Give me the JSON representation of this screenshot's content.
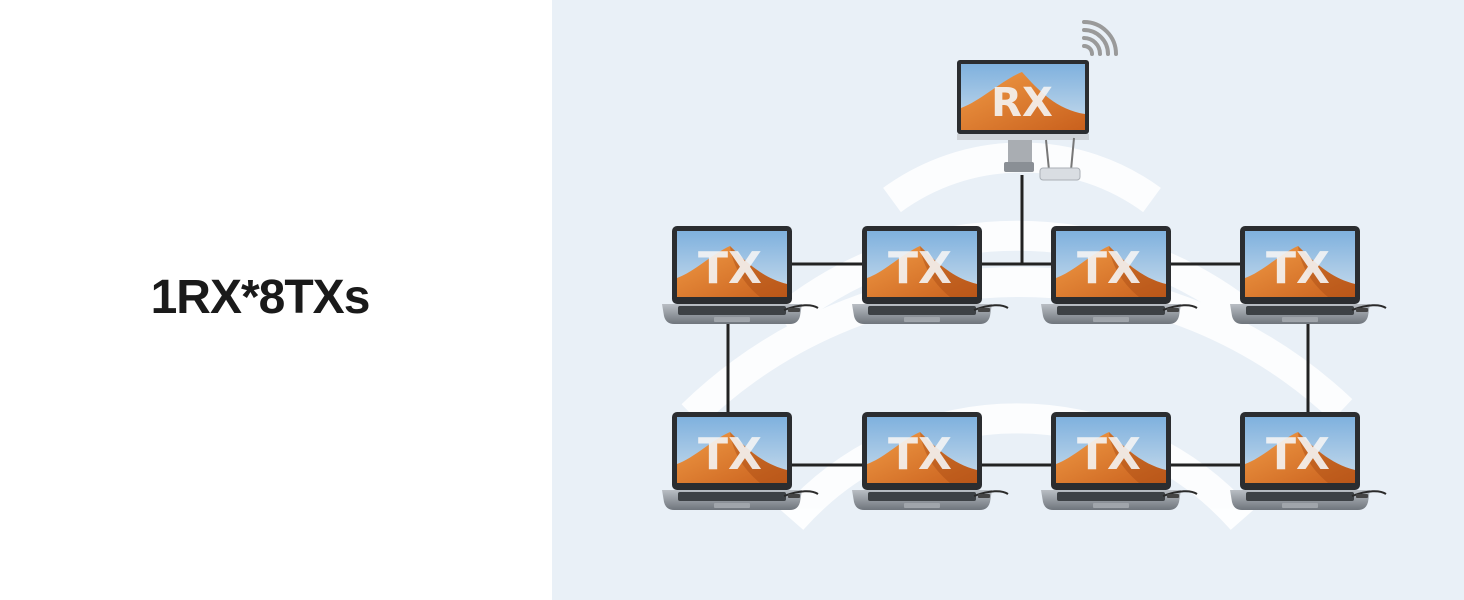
{
  "headline": "1RX*8TXs",
  "receiver": {
    "label": "RX"
  },
  "transmitters": [
    {
      "label": "TX"
    },
    {
      "label": "TX"
    },
    {
      "label": "TX"
    },
    {
      "label": "TX"
    },
    {
      "label": "TX"
    },
    {
      "label": "TX"
    },
    {
      "label": "TX"
    },
    {
      "label": "TX"
    }
  ],
  "colors": {
    "panel_background": "#e9f0f7",
    "connection_line": "#222222",
    "screen_sky": "#9fc3e4",
    "screen_dune": "#e07a2a",
    "laptop_body": "#8f959c"
  },
  "icons": [
    "wifi-signal-icon",
    "router-icon",
    "monitor-icon",
    "laptop-icon"
  ]
}
